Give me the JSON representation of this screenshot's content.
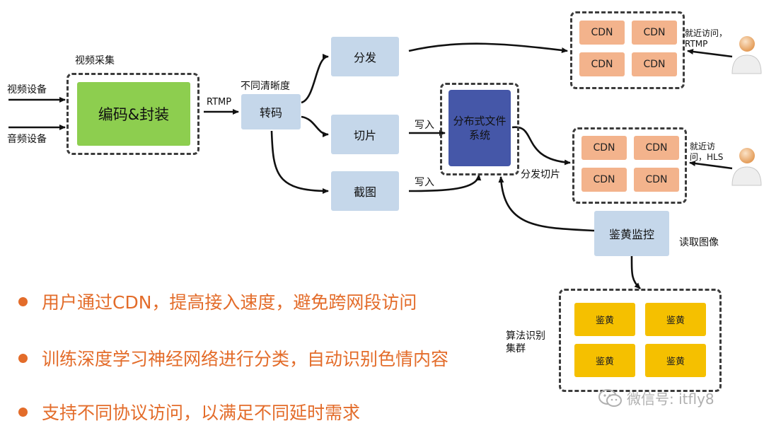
{
  "sections": {
    "capture": "视频采集",
    "video_device": "视频设备",
    "audio_device": "音频设备",
    "encode": "编码&封装",
    "rtmp": "RTMP",
    "resolutions": "不同清晰度",
    "transcode": "转码",
    "distribute": "分发",
    "slice": "切片",
    "screenshot": "截图",
    "write1": "写入",
    "write2": "写入",
    "dfs": "分布式文件系统",
    "distribute_slices": "分发切片",
    "nearby_rtmp": "就近访问，RTMP",
    "nearby_hls": "就近访问，HLS",
    "porn_monitor": "鉴黄监控",
    "read_image": "读取图像",
    "algo_cluster": "算法识别集群"
  },
  "cdn_top": [
    "CDN",
    "CDN",
    "CDN",
    "CDN"
  ],
  "cdn_mid": [
    "CDN",
    "CDN",
    "CDN",
    "CDN"
  ],
  "cluster": [
    "鉴黄",
    "鉴黄",
    "鉴黄",
    "鉴黄"
  ],
  "bullets": [
    "用户通过CDN，提高接入速度，避免跨网段访问",
    "训练深度学习神经网络进行分类，自动识别色情内容",
    "支持不同协议访问，以满足不同延时需求"
  ],
  "watermark": "微信号: itfly8",
  "colors": {
    "accent_orange": "#e36c2a",
    "box_blue": "#c5d7ea",
    "encode_green": "#8dce4f",
    "dfs_navy": "#4557a8",
    "cdn_peach": "#f3b38c",
    "cluster_yellow": "#f5c000"
  }
}
